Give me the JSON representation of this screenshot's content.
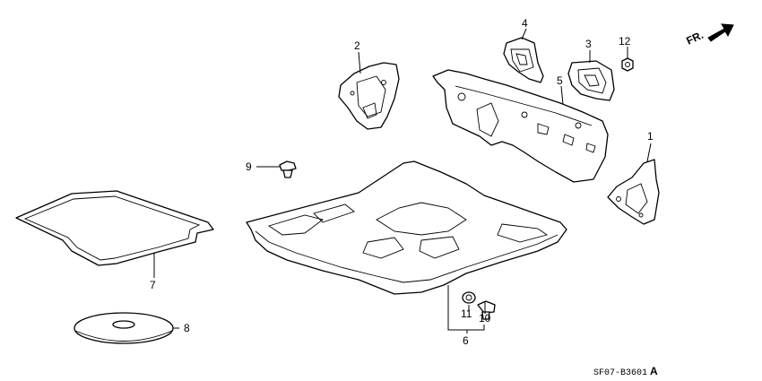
{
  "direction_label": "FR.",
  "diagram_code": "SF07-B3601",
  "revision": "A",
  "callouts": [
    "1",
    "2",
    "3",
    "4",
    "5",
    "6",
    "7",
    "8",
    "9",
    "10",
    "11",
    "12"
  ]
}
